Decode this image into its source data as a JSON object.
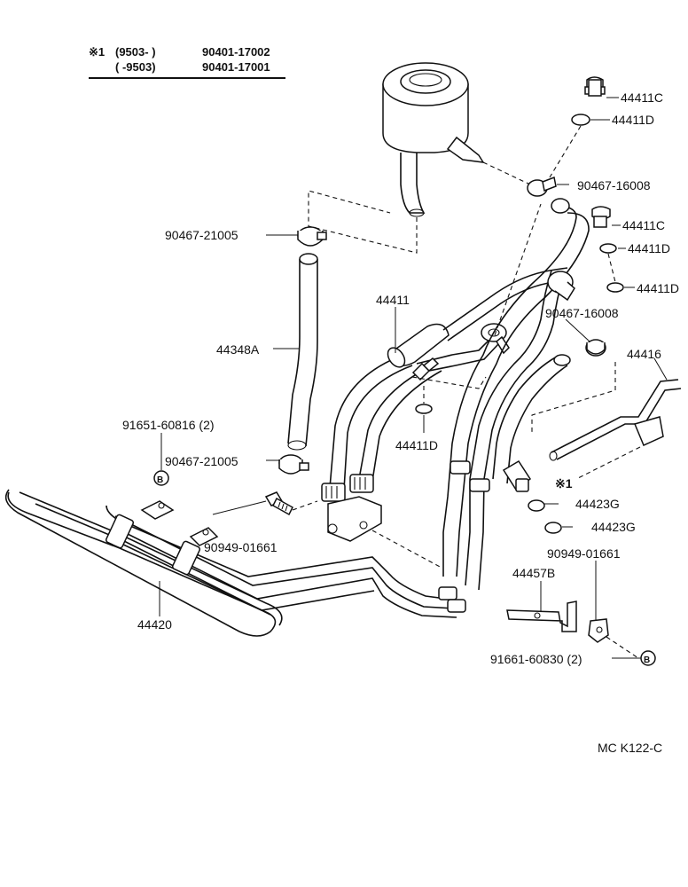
{
  "header": {
    "mark": "※1",
    "row1_range": "(9503-        )",
    "row1_part": "90401-17002",
    "row2_range": "(        -9503)",
    "row2_part": "90401-17001"
  },
  "labels": {
    "p44411C_a": "44411C",
    "p44411D_a": "44411D",
    "p90467_16008_a": "90467-16008",
    "p90467_21005_a": "90467-21005",
    "p44411C_b": "44411C",
    "p44411D_b": "44411D",
    "p44411D_c": "44411D",
    "p44411": "44411",
    "p90467_16008_b": "90467-16008",
    "p44348A": "44348A",
    "p44416": "44416",
    "p91651": "91651-60816 (2)",
    "p44411D_d": "44411D",
    "p90467_21005_b": "90467-21005",
    "mark_ref": "※1",
    "p44423G_a": "44423G",
    "p44423G_b": "44423G",
    "p90949_a": "90949-01661",
    "p90949_b": "90949-01661",
    "p44457B": "44457B",
    "p44420": "44420",
    "p91661": "91661-60830 (2)",
    "ref_b_1": "B",
    "ref_b_2": "B",
    "code": "MC  K122-C"
  }
}
